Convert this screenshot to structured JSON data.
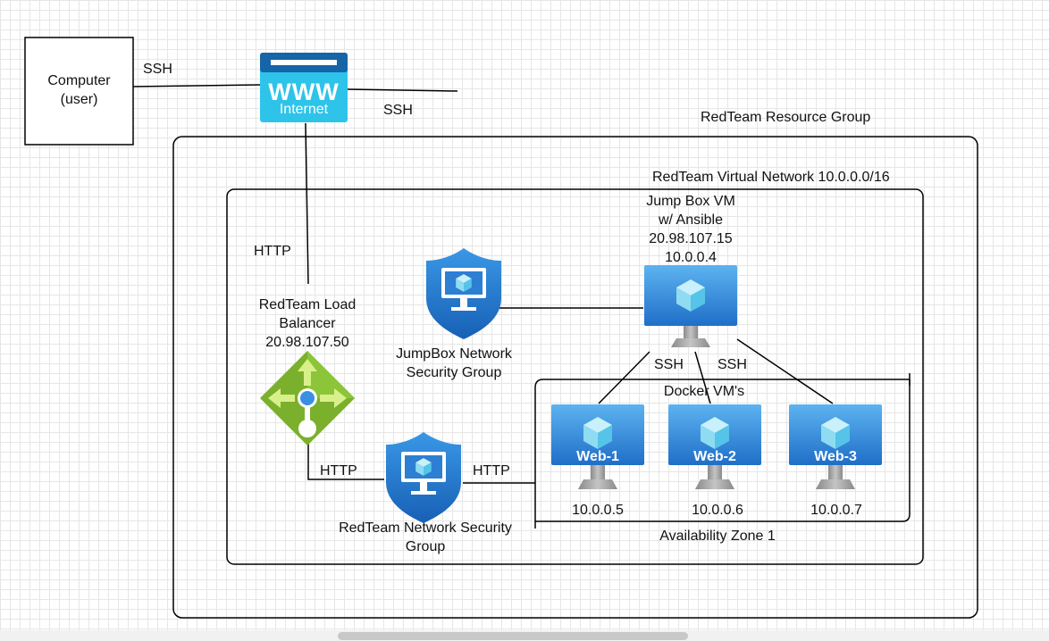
{
  "computer": {
    "line1": "Computer",
    "line2": "(user)"
  },
  "internet": {
    "www": "WWW",
    "label": "Internet"
  },
  "edge_labels": {
    "ssh_user": "SSH",
    "ssh_internet": "SSH",
    "http_internet": "HTTP",
    "ssh_web1": "SSH",
    "ssh_web3": "SSH",
    "http_lb": "HTTP",
    "http_nsg": "HTTP"
  },
  "resource_group": {
    "label": "RedTeam Resource Group"
  },
  "virtual_network": {
    "label": "RedTeam Virtual Network 10.0.0.0/16"
  },
  "jumpbox_vm": {
    "line1": "Jump Box VM",
    "line2": "w/ Ansible",
    "line3": "20.98.107.15",
    "line4": "10.0.0.4"
  },
  "jumpbox_nsg": {
    "line1": "JumpBox Network",
    "line2": "Security Group"
  },
  "load_balancer": {
    "line1": "RedTeam Load",
    "line2": "Balancer",
    "line3": "20.98.107.50"
  },
  "redteam_nsg": {
    "line1": "RedTeam Network Security",
    "line2": "Group"
  },
  "docker_group": {
    "label": "Docker VM's"
  },
  "availability_zone": {
    "label": "Availability Zone 1"
  },
  "web_vms": [
    {
      "name": "Web-1",
      "ip": "10.0.0.5"
    },
    {
      "name": "Web-2",
      "ip": "10.0.0.6"
    },
    {
      "name": "Web-3",
      "ip": "10.0.0.7"
    }
  ],
  "colors": {
    "monitor_blue": "#1f86d8",
    "monitor_light": "#5db3f0",
    "internet_cyan": "#2ec4ea",
    "internet_header": "#1565a8",
    "shield_blue": "#1e7fd2",
    "lb_green": "#7bb02c",
    "stand_gray": "#9a9a9a"
  }
}
